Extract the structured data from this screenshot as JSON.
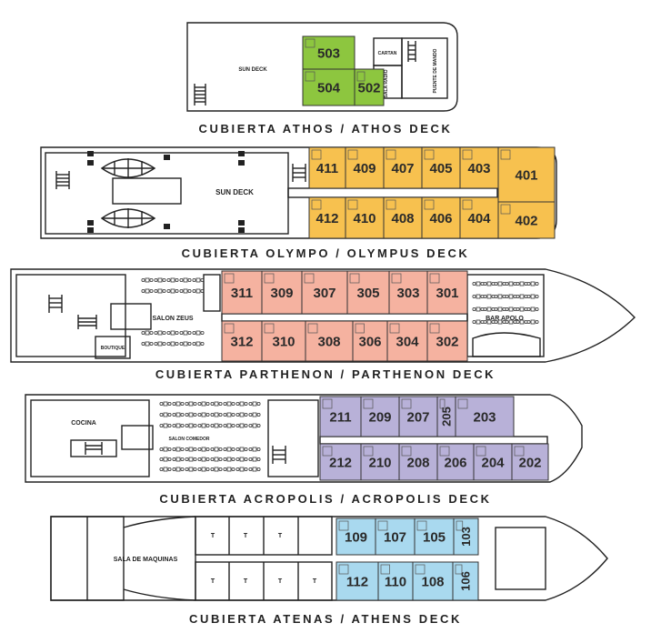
{
  "decks": [
    {
      "title": "CUBIERTA ATHOS / ATHOS DECK",
      "color": "#8dc63f",
      "labels": {
        "sun_deck": "SUN DECK",
        "cartan": "CARTAN",
        "sala_radio": "SALA RADIO",
        "puente": "PUENTE DE MANDO"
      },
      "rooms": [
        "503",
        "504",
        "502"
      ]
    },
    {
      "title": "CUBIERTA OLYMPO / OLYMPUS DECK",
      "color": "#f7c14f",
      "labels": {
        "sun_deck": "SUN DECK"
      },
      "rooms": [
        "411",
        "409",
        "407",
        "405",
        "403",
        "401",
        "412",
        "410",
        "408",
        "406",
        "404",
        "402"
      ]
    },
    {
      "title": "CUBIERTA PARTHENON / PARTHENON DECK",
      "color": "#f5b2a0",
      "labels": {
        "salon_zeus": "SALON ZEUS",
        "bar_apolo": "BAR APOLO",
        "boutique": "BOUTIQUE"
      },
      "rooms": [
        "311",
        "309",
        "307",
        "305",
        "303",
        "301",
        "312",
        "310",
        "308",
        "306",
        "304",
        "302"
      ]
    },
    {
      "title": "CUBIERTA ACROPOLIS / ACROPOLIS DECK",
      "color": "#b8b1d8",
      "labels": {
        "cocina": "COCINA",
        "salon_comedor": "SALON COMEDOR"
      },
      "rooms": [
        "211",
        "209",
        "207",
        "205",
        "203",
        "212",
        "210",
        "208",
        "206",
        "204",
        "202"
      ]
    },
    {
      "title": "CUBIERTA ATENAS / ATHENS DECK",
      "color": "#a9d9ef",
      "labels": {
        "sala_maquinas": "SALA DE MAQUINAS",
        "t": "T"
      },
      "rooms": [
        "109",
        "107",
        "105",
        "103",
        "112",
        "110",
        "108",
        "106"
      ]
    }
  ]
}
